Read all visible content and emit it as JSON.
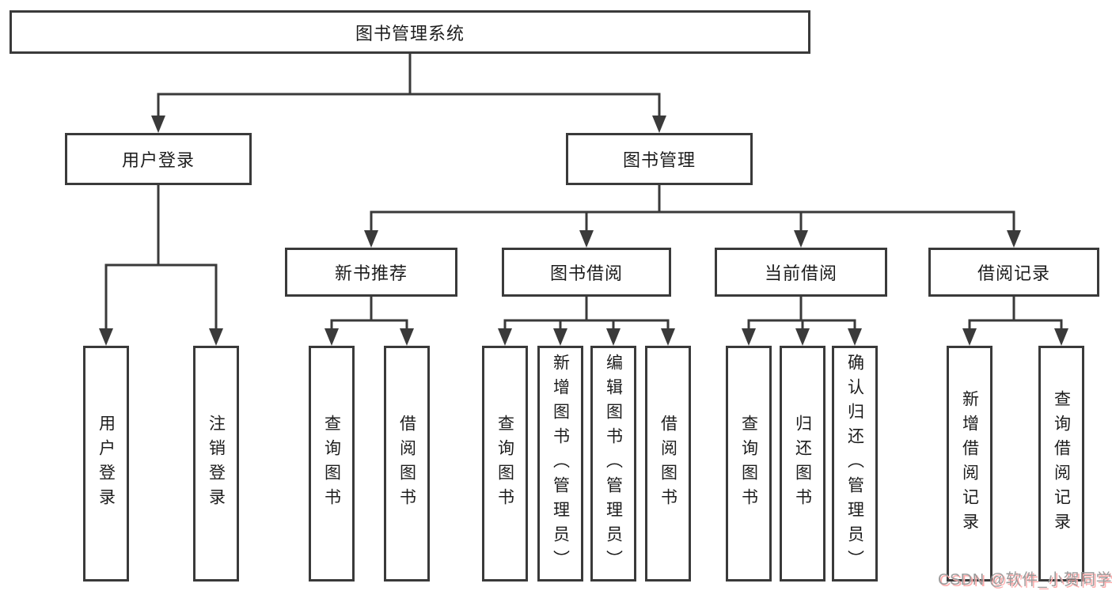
{
  "nodes": {
    "root": "图书管理系统",
    "user_login": "用户登录",
    "book_mgmt": "图书管理",
    "new_book_rec": "新书推荐",
    "book_borrow": "图书借阅",
    "current_borrow": "当前借阅",
    "borrow_records": "借阅记录"
  },
  "leaves": {
    "user": [
      "用户登录",
      "注销登录"
    ],
    "new_book": [
      "查询图书",
      "借阅图书"
    ],
    "borrow": [
      "查询图书",
      "新增图书（管理员）",
      "编辑图书（管理员）",
      "借阅图书"
    ],
    "current": [
      "查询图书",
      "归还图书",
      "确认归还（管理员）"
    ],
    "records": [
      "新增借阅记录",
      "查询借阅记录"
    ]
  },
  "watermark": "CSDN @软件_小贺同学",
  "colors": {
    "line": "#3a3a3a",
    "text": "#1d1d1d",
    "background": "#ffffff",
    "watermark_text": "#9b9b9b",
    "watermark_shadow": "#ffacac"
  }
}
